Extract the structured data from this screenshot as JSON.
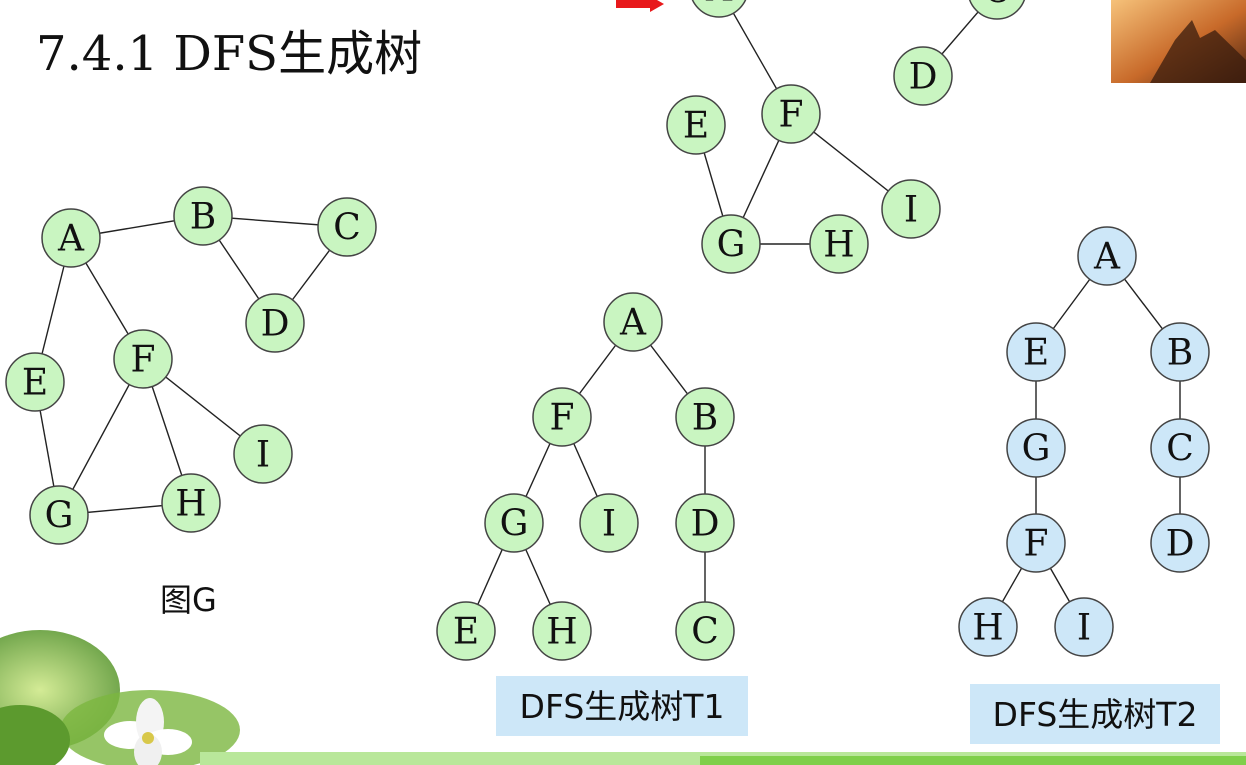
{
  "slide": {
    "title": "7.4.1 DFS生成树"
  },
  "colors": {
    "green_node": "#c9f5c1",
    "blue_node": "#cde7f8",
    "arrow_red": "#e8191b",
    "caption_bg": "#cde7f8"
  },
  "graph_g": {
    "caption": "图G",
    "nodes": [
      "A",
      "B",
      "C",
      "D",
      "E",
      "F",
      "G",
      "H",
      "I"
    ],
    "edges": [
      [
        "A",
        "B"
      ],
      [
        "B",
        "C"
      ],
      [
        "B",
        "D"
      ],
      [
        "C",
        "D"
      ],
      [
        "A",
        "E"
      ],
      [
        "A",
        "F"
      ],
      [
        "E",
        "G"
      ],
      [
        "F",
        "G"
      ],
      [
        "F",
        "H"
      ],
      [
        "F",
        "I"
      ],
      [
        "G",
        "H"
      ]
    ]
  },
  "partial_graph": {
    "nodes": [
      "A",
      "C",
      "D",
      "E",
      "F",
      "G",
      "H",
      "I"
    ],
    "edges": [
      [
        "A",
        "F"
      ],
      [
        "D",
        "C"
      ],
      [
        "E",
        "G"
      ],
      [
        "F",
        "G"
      ],
      [
        "F",
        "I"
      ],
      [
        "G",
        "H"
      ]
    ]
  },
  "tree_t1": {
    "caption": "DFS生成树T1",
    "nodes": [
      "A",
      "F",
      "B",
      "G",
      "I",
      "D",
      "E",
      "H",
      "C"
    ],
    "edges": [
      [
        "A",
        "F"
      ],
      [
        "A",
        "B"
      ],
      [
        "F",
        "G"
      ],
      [
        "F",
        "I"
      ],
      [
        "G",
        "E"
      ],
      [
        "G",
        "H"
      ],
      [
        "B",
        "D"
      ],
      [
        "D",
        "C"
      ]
    ]
  },
  "tree_t2": {
    "caption": "DFS生成树T2",
    "nodes": [
      "A",
      "E",
      "B",
      "G",
      "C",
      "F",
      "D",
      "H",
      "I"
    ],
    "edges": [
      [
        "A",
        "E"
      ],
      [
        "A",
        "B"
      ],
      [
        "E",
        "G"
      ],
      [
        "G",
        "F"
      ],
      [
        "F",
        "H"
      ],
      [
        "F",
        "I"
      ],
      [
        "B",
        "C"
      ],
      [
        "C",
        "D"
      ]
    ]
  }
}
